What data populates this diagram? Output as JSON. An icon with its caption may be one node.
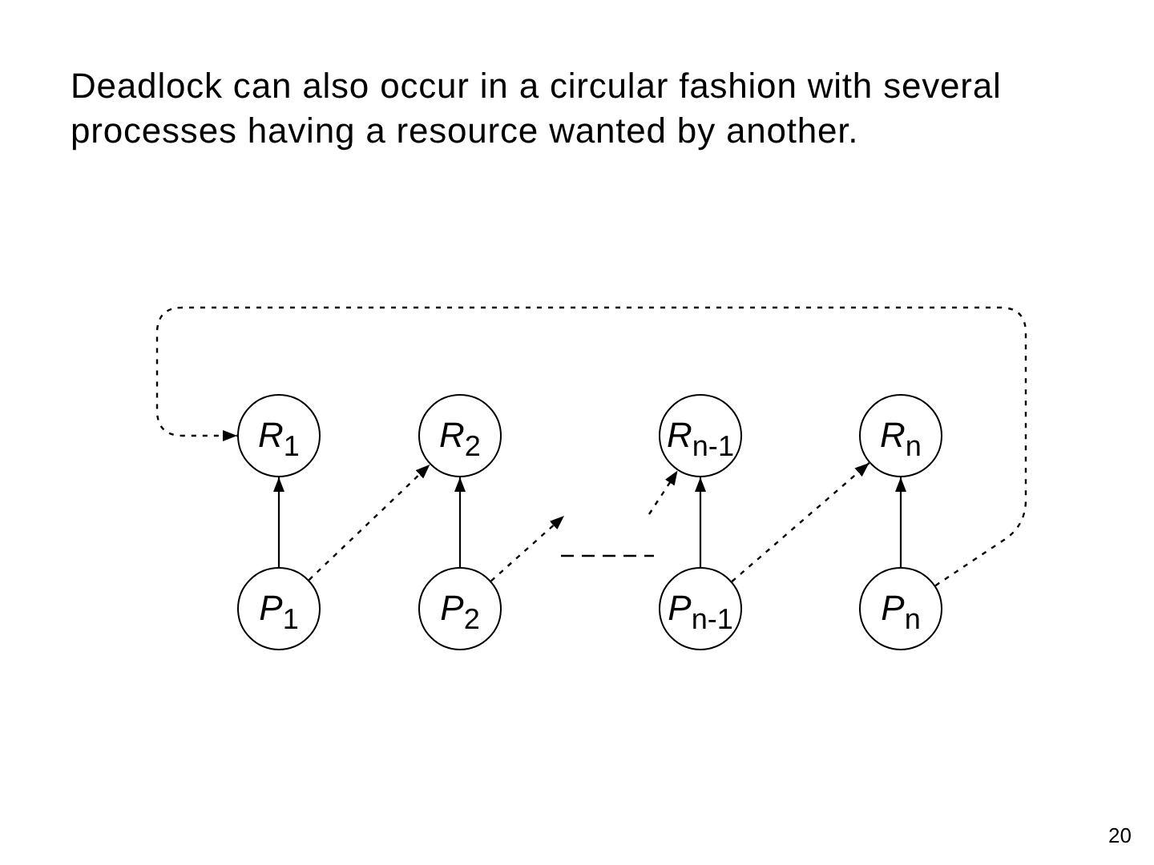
{
  "diagram": {
    "title": "Deadlock can also occur in a circular fashion with several processes having a resource wanted by another.",
    "nodes": [
      {
        "text": [
          "*R*$_{1}$"
        ]
      },
      {
        "text": [
          "*R*$_{2}$"
        ]
      },
      {
        "text": [
          "*R*$_{n-1}$"
        ]
      },
      {
        "text": [
          "*R*$_{n}$"
        ]
      },
      {
        "text": [
          "*P*$_{1}$"
        ]
      },
      {
        "text": [
          "*P*$_{2}$"
        ]
      },
      {
        "text": [
          "*P*$_{n-1}$"
        ]
      },
      {
        "text": [
          "*P*$_{n}$"
        ]
      }
    ],
    "edges": [
      {
        "from": 7,
        "to": 0,
        "arrow": "to",
        "style": "dashed"
      },
      {
        "from": 4,
        "to": 0,
        "arrow": "to"
      },
      {
        "from": 4,
        "to": 1,
        "arrow": "to",
        "style": "dashed"
      },
      {
        "from": 5,
        "to": 1,
        "arrow": "to"
      },
      {
        "from": 5,
        "to": null,
        "arrow": "to",
        "style": "dashed"
      },
      {
        "from": null,
        "to": 2,
        "arrow": "to",
        "style": "dashed"
      },
      {
        "from": 6,
        "to": 2,
        "arrow": "to"
      },
      {
        "from": 6,
        "to": 3,
        "arrow": "to",
        "style": "dashed"
      },
      {
        "from": 7,
        "to": 3,
        "arrow": "to"
      }
    ],
    "labels": [
      "20"
    ]
  }
}
